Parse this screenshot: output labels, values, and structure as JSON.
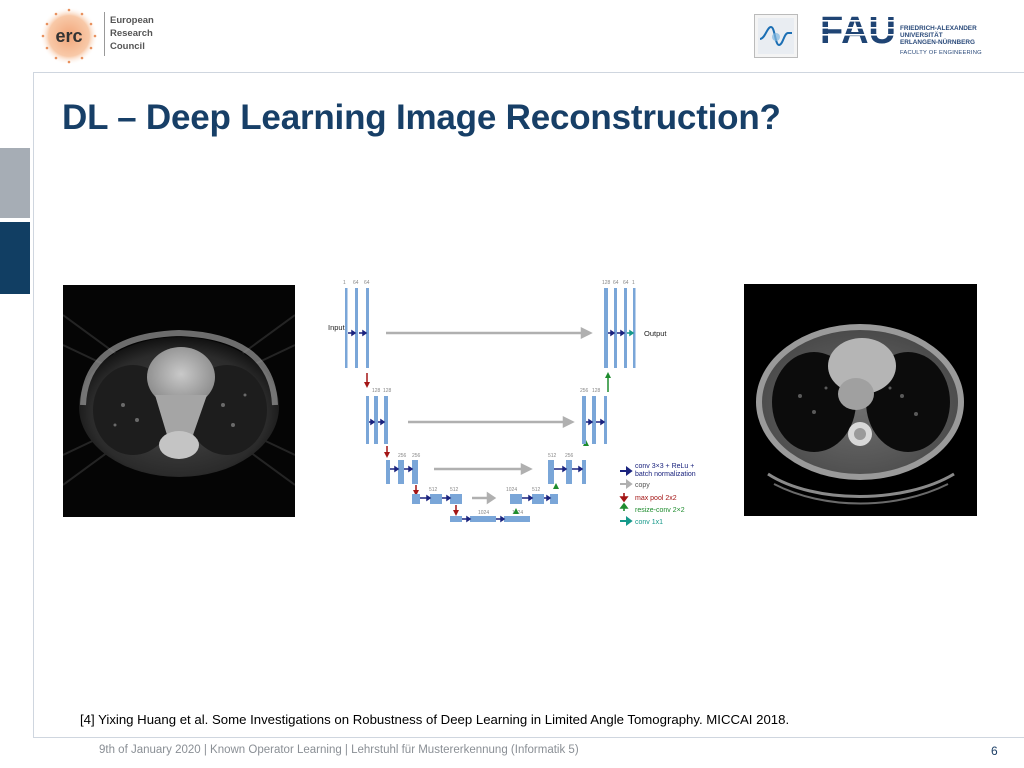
{
  "header": {
    "erc_logo_text": "erc",
    "erc_lines": [
      "European",
      "Research",
      "Council"
    ],
    "fau_logo_text": "FAU",
    "fau_lines": [
      "FRIEDRICH-ALEXANDER",
      "UNIVERSITÄT",
      "ERLANGEN-NÜRNBERG"
    ],
    "fau_faculty": "FACULTY OF ENGINEERING"
  },
  "slide": {
    "title": "DL – Deep Learning Image Reconstruction?",
    "citation": "[4] Yixing Huang et al. Some Investigations on Robustness of Deep Learning in Limited Angle Tomography. MICCAI 2018."
  },
  "unet": {
    "input_label": "Input",
    "output_label": "Output",
    "legend": {
      "conv": "conv 3×3 + ReLu +",
      "conv2": "batch normalization",
      "copy": "copy",
      "maxpool": "max pool 2x2",
      "resize": "resize-conv 2×2",
      "conv1": "conv 1x1"
    },
    "colors": {
      "block": "#7aa6d8",
      "conv_arrow": "#1a237e",
      "copy_arrow": "#b0b0b0",
      "pool_arrow": "#a31515",
      "up_arrow": "#1e8c2e",
      "conv1_arrow": "#16998a"
    },
    "channels": {
      "l1_left": [
        "1",
        "64",
        "64"
      ],
      "l2_left": [
        "128",
        "128"
      ],
      "l3_left": [
        "256",
        "256"
      ],
      "l4_left": [
        "512",
        "512"
      ],
      "l5": [
        "1024",
        "1024"
      ],
      "l4_right": [
        "1024",
        "512"
      ],
      "l3_right": [
        "512",
        "256"
      ],
      "l2_right": [
        "256",
        "128"
      ],
      "l1_right": [
        "128",
        "64",
        "64",
        "1"
      ]
    }
  },
  "footer": {
    "text": "9th of January 2020  |  Known Operator Learning  |   Lehrstuhl für Mustererkennung (Informatik 5)",
    "page_number": "6"
  }
}
